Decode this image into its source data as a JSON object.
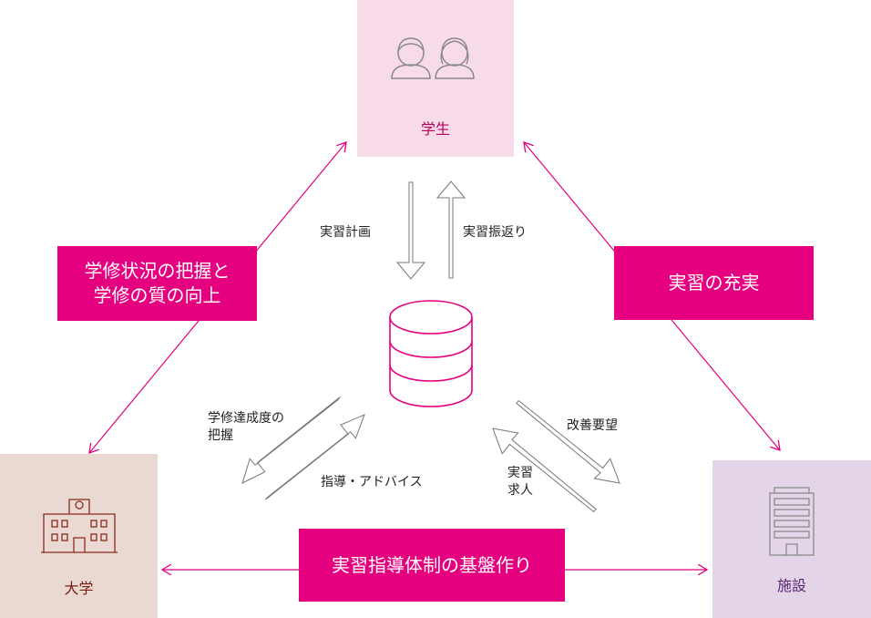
{
  "nodes": {
    "student": {
      "label": "学生",
      "icon": "students-icon",
      "color": "#b8005e"
    },
    "university": {
      "label": "大学",
      "icon": "university-building-icon",
      "color": "#7a1e10"
    },
    "facility": {
      "label": "施設",
      "icon": "office-building-icon",
      "color": "#5a2476"
    }
  },
  "center": {
    "icon": "database-icon"
  },
  "relations": {
    "university_student": "学修状況の把握と\n学修の質の向上",
    "student_facility": "実習の充実",
    "university_facility": "実習指導体制の基盤作り"
  },
  "flows": {
    "plan": "実習計画",
    "reflection": "実習振返り",
    "achievement": "学修達成度の\n把握",
    "guidance": "指導・アドバイス",
    "improvement_request": "改善要望",
    "recruitment": "実習\n求人"
  },
  "colors": {
    "accent": "#e4007f",
    "line": "#e4007f",
    "icon_gray": "#8a8a8a"
  }
}
